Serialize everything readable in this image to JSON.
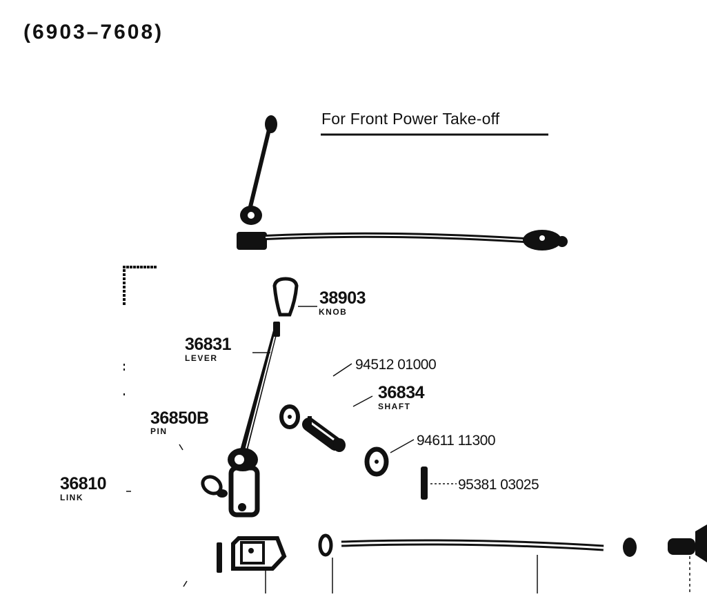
{
  "header": {
    "date_range": "(6903–7608)"
  },
  "subtitle": "For Front Power Take-off",
  "parts": [
    {
      "number": "38903",
      "name": "KNOB"
    },
    {
      "number": "36831",
      "name": "LEVER"
    },
    {
      "number": "94512 01000",
      "name": ""
    },
    {
      "number": "36834",
      "name": "SHAFT"
    },
    {
      "number": "36850B",
      "name": "PIN"
    },
    {
      "number": "94611 11300",
      "name": ""
    },
    {
      "number": "36810",
      "name": "LINK"
    },
    {
      "number": "95381 03025",
      "name": ""
    }
  ],
  "colors": {
    "ink": "#111111",
    "paper": "#ffffff"
  }
}
